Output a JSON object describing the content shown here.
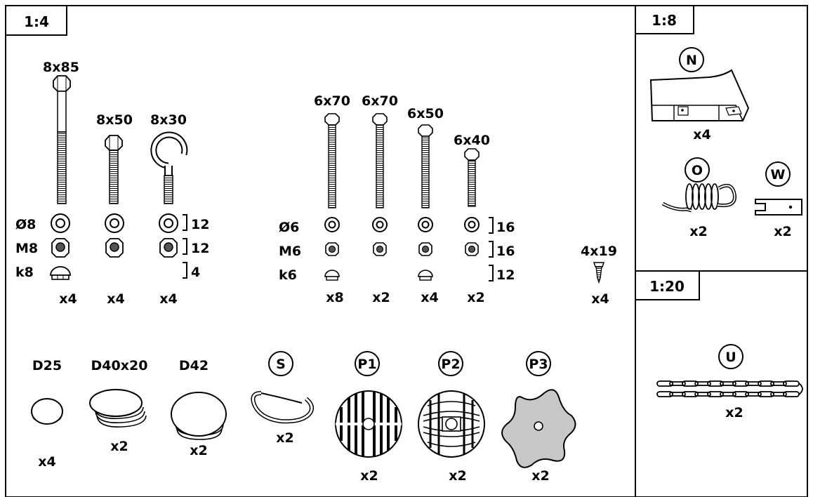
{
  "panels": {
    "main_scale": "1:4",
    "right_top_scale": "1:8",
    "right_bottom_scale": "1:20"
  },
  "bolts_m8": {
    "sizes": [
      "8x85",
      "8x50",
      "8x30"
    ],
    "row_labels": [
      "Ø8",
      "M8",
      "k8"
    ],
    "row_counts": [
      "12",
      "12",
      "4"
    ],
    "quantities": [
      "x4",
      "x4",
      "x4"
    ]
  },
  "bolts_m6": {
    "sizes": [
      "6x70",
      "6x70",
      "6x50",
      "6x40"
    ],
    "row_labels": [
      "Ø6",
      "M6",
      "k6"
    ],
    "row_counts": [
      "16",
      "16",
      "12"
    ],
    "quantities": [
      "x8",
      "x2",
      "x4",
      "x2"
    ]
  },
  "screw": {
    "size": "4x19",
    "quantity": "x4"
  },
  "caps": [
    {
      "label": "D25",
      "quantity": "x4"
    },
    {
      "label": "D40x20",
      "quantity": "x2"
    },
    {
      "label": "D42",
      "quantity": "x2"
    }
  ],
  "circled_parts": [
    {
      "letter": "S",
      "quantity": "x2"
    },
    {
      "letter": "P1",
      "quantity": "x2"
    },
    {
      "letter": "P2",
      "quantity": "x2"
    },
    {
      "letter": "P3",
      "quantity": "x2"
    }
  ],
  "right_parts": [
    {
      "letter": "N",
      "quantity": "x4"
    },
    {
      "letter": "O",
      "quantity": "x2"
    },
    {
      "letter": "W",
      "quantity": "x2"
    },
    {
      "letter": "U",
      "quantity": "x2"
    }
  ]
}
